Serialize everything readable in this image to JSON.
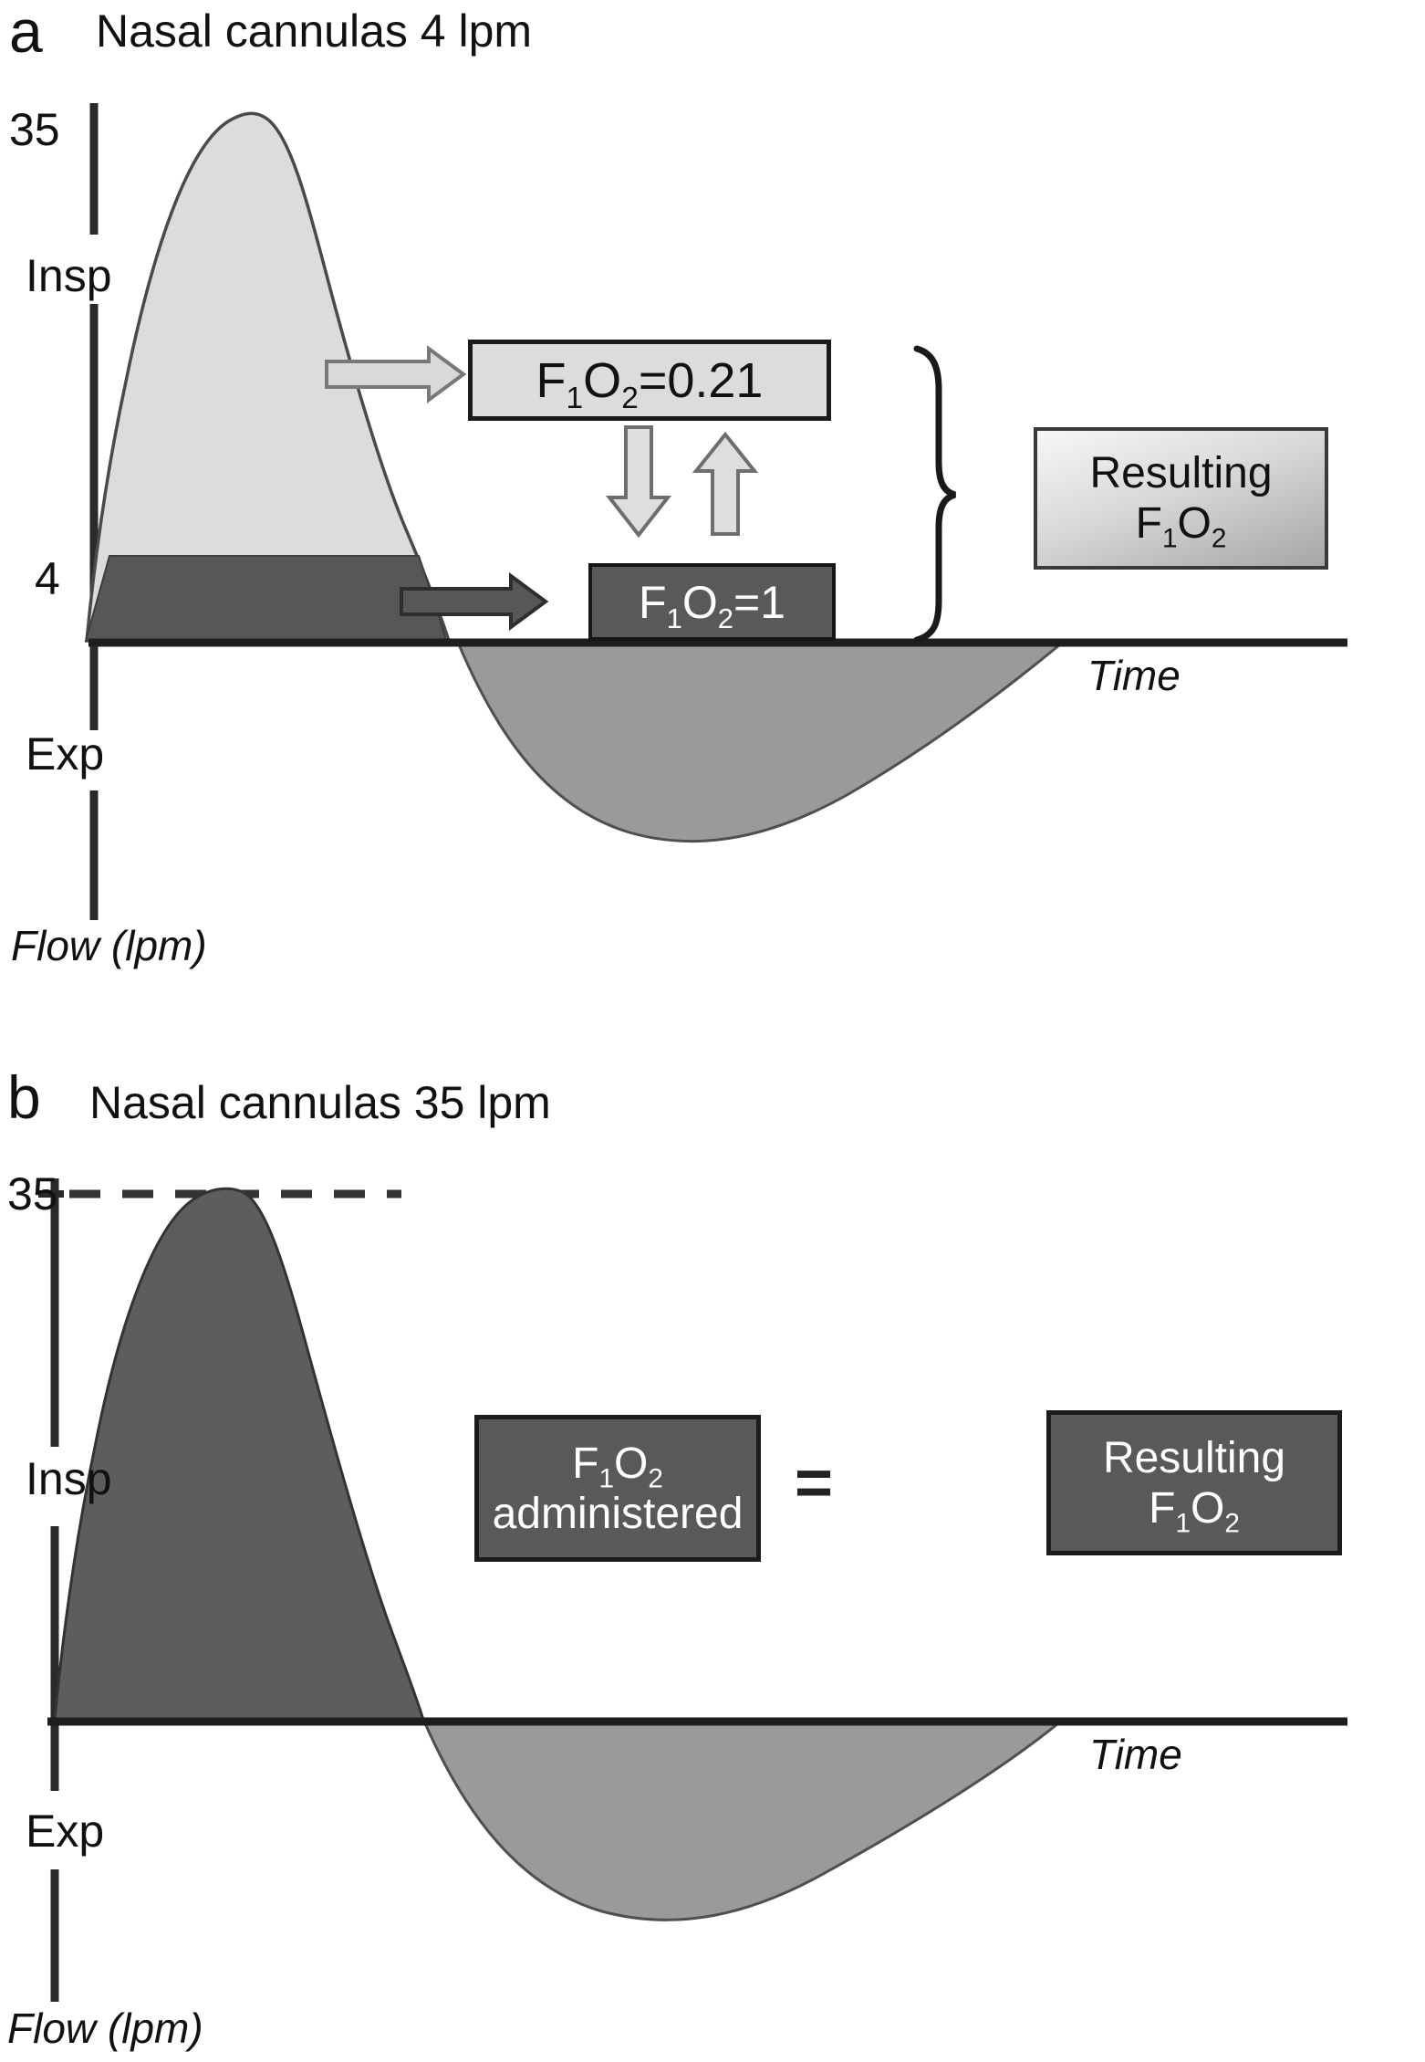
{
  "figure": {
    "colors": {
      "background": "#ffffff",
      "axis": "#1e1e1e",
      "inspiration_light_fill": "#dcdcdc",
      "dark_fill": "#595959",
      "expiration_fill": "#9a9a9a",
      "curve_stroke": "#4a4a4a",
      "text": "#111111"
    },
    "panel_a": {
      "label": "a",
      "title": "Nasal cannulas 4 lpm",
      "y_axis": {
        "top_value": "35",
        "insp_label": "Insp",
        "cannula_flow_value": "4",
        "exp_label": "Exp",
        "axis_label": "Flow (lpm)"
      },
      "x_axis": {
        "label": "Time"
      },
      "annotations": {
        "room_air_box": "F~1~O~2~=0.21",
        "oxygen_box": "F~1~O~2~=1",
        "resulting_line1": "Resulting",
        "resulting_line2": "F~1~O~2~"
      }
    },
    "panel_b": {
      "label": "b",
      "title": "Nasal cannulas 35 lpm",
      "y_axis": {
        "top_value": "35",
        "insp_label": "Insp",
        "exp_label": "Exp",
        "axis_label": "Flow (lpm)"
      },
      "x_axis": {
        "label": "Time"
      },
      "annotations": {
        "administered_line1": "F~1~O~2~",
        "administered_line2": "administered",
        "equals_sign": "=",
        "resulting_line1": "Resulting",
        "resulting_line2": "F~1~O~2~"
      }
    }
  },
  "chart_data": [
    {
      "type": "area",
      "title": "Nasal cannulas 4 lpm",
      "xlabel": "Time",
      "ylabel": "Flow (lpm)",
      "ytick_labels": [
        "35",
        "Insp",
        "4",
        "Exp"
      ],
      "series": [
        {
          "name": "inspiratory patient flow",
          "peak_lpm": 35,
          "fill": "light-gray"
        },
        {
          "name": "cannula oxygen flow band",
          "level_lpm": 4,
          "fill": "dark-gray"
        },
        {
          "name": "expiratory flow",
          "direction": "negative",
          "fill": "medium-gray"
        }
      ],
      "annotations": [
        "F1O2=0.21 (room air entrained)",
        "F1O2=1 (cannula oxygen)",
        "brace to Resulting F1O2"
      ]
    },
    {
      "type": "area",
      "title": "Nasal cannulas 35 lpm",
      "xlabel": "Time",
      "ylabel": "Flow (lpm)",
      "ytick_labels": [
        "35",
        "Insp",
        "Exp"
      ],
      "series": [
        {
          "name": "inspiratory patient flow fully supplied by cannula",
          "peak_lpm": 35,
          "fill": "dark-gray"
        },
        {
          "name": "expiratory flow",
          "direction": "negative",
          "fill": "medium-gray"
        }
      ],
      "annotations": [
        "dashed reference line at 35 lpm",
        "F1O2 administered = Resulting F1O2"
      ]
    }
  ]
}
